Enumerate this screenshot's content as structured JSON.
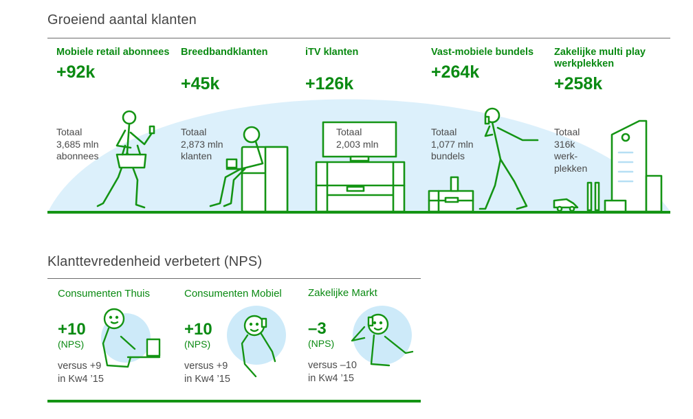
{
  "section1": {
    "title": "Groeiend aantal klanten",
    "stats": [
      {
        "label": "Mobiele retail abonnees",
        "value": "+92k",
        "totaal": [
          "Totaal",
          "3,685 mln",
          "abonnees"
        ]
      },
      {
        "label": "Breedbandklanten",
        "value": "+45k",
        "totaal": [
          "Totaal",
          "2,873 mln",
          "klanten"
        ]
      },
      {
        "label": "iTV klanten",
        "value": "+126k",
        "totaal": [
          "Totaal",
          "2,003 mln"
        ]
      },
      {
        "label": "Vast-mobiele bundels",
        "value": "+264k",
        "totaal": [
          "Totaal",
          "1,077 mln",
          "bundels"
        ]
      },
      {
        "label": "Zakelijke multi play werkplekken",
        "value": "+258k",
        "totaal": [
          "Totaal",
          "316k",
          "werk-",
          "plekken"
        ]
      }
    ]
  },
  "section2": {
    "title": "Klanttevredenheid verbetert (NPS)",
    "items": [
      {
        "label": "Consumenten Thuis",
        "value": "+10",
        "unit": "(NPS)",
        "versus": [
          "versus +9",
          "in Kw4 ’15"
        ]
      },
      {
        "label": "Consumenten Mobiel",
        "value": "+10",
        "unit": "(NPS)",
        "versus": [
          "versus +9",
          "in Kw4 ’15"
        ]
      },
      {
        "label": "Zakelijke Markt",
        "value": "–3",
        "unit": "(NPS)",
        "versus": [
          "versus –10",
          "in Kw4 ’15"
        ]
      }
    ]
  },
  "colors": {
    "green": "#0a8a12",
    "light_blue": "#d9eefa",
    "rule": "#6b6b6b"
  }
}
